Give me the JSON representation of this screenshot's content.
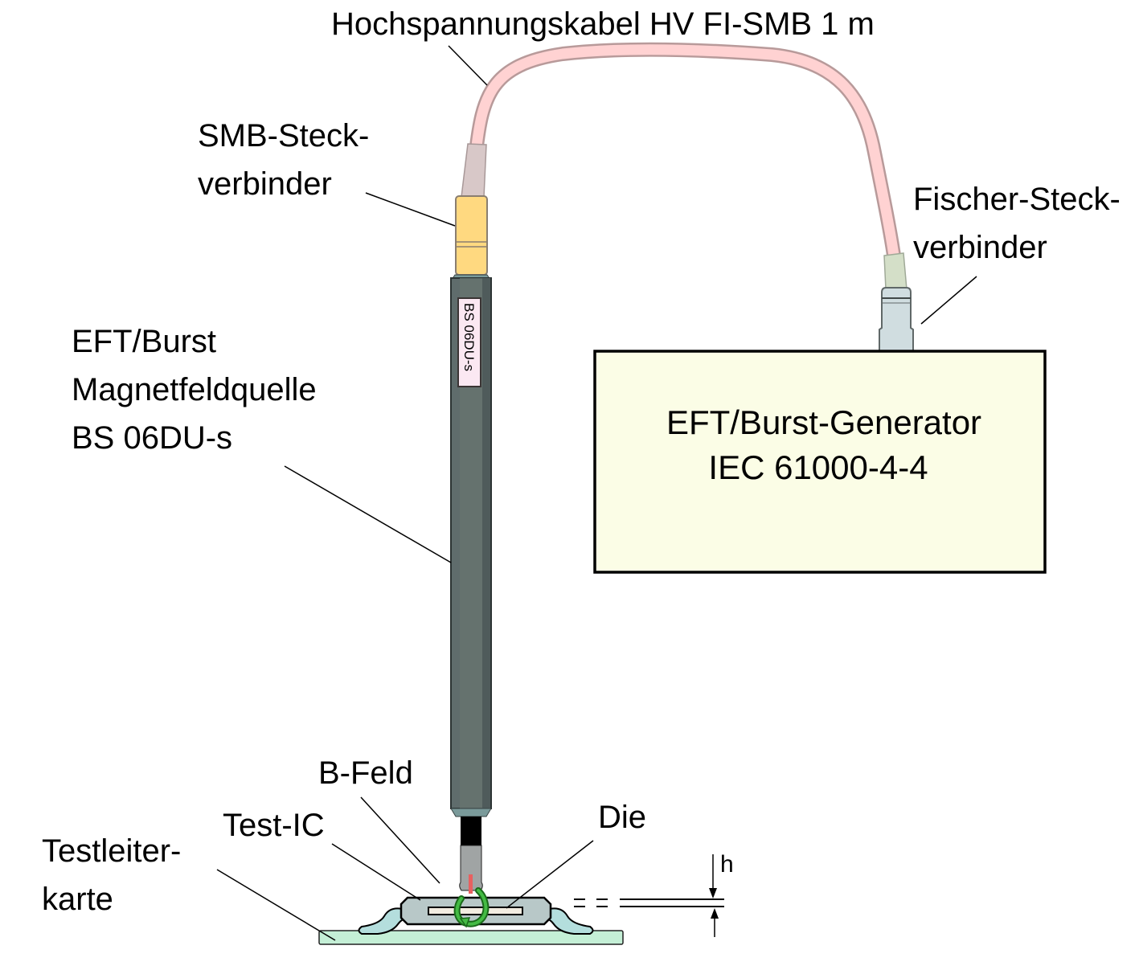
{
  "labels": {
    "cable": "Hochspannungskabel HV FI-SMB 1 m",
    "smb_line1": "SMB-Steck-",
    "smb_line2": "verbinder",
    "fischer_line1": "Fischer-Steck-",
    "fischer_line2": "verbinder",
    "source_line1": "EFT/Burst",
    "source_line2": "Magnetfeldquelle",
    "source_line3": "BS 06DU-s",
    "b_field": "B-Feld",
    "test_ic": "Test-IC",
    "die": "Die",
    "board_line1": "Testleiter-",
    "board_line2": "karte",
    "height": "h"
  },
  "probe": {
    "model_label": "BS 06DU-s"
  },
  "generator": {
    "line1": "EFT/Burst-Generator",
    "line2": "IEC 61000-4-4"
  },
  "colors": {
    "cable": "#ffd2d2",
    "cable_outline": "#b89a9a",
    "smb_connector": "#ffd980",
    "smb_sleeve": "#d8c8c8",
    "fischer_sleeve": "#d4dfc8",
    "fischer_connector": "#d0dde0",
    "probe_body": "#5f6c6c",
    "generator_fill": "#fbfde6",
    "ic_body": "#b8c8c8",
    "die": "#f2ece0",
    "board": "#c4efd6",
    "leads": "#b4dedd",
    "b_field_loop": "#33aa33",
    "b_field_pin": "#e86060"
  }
}
